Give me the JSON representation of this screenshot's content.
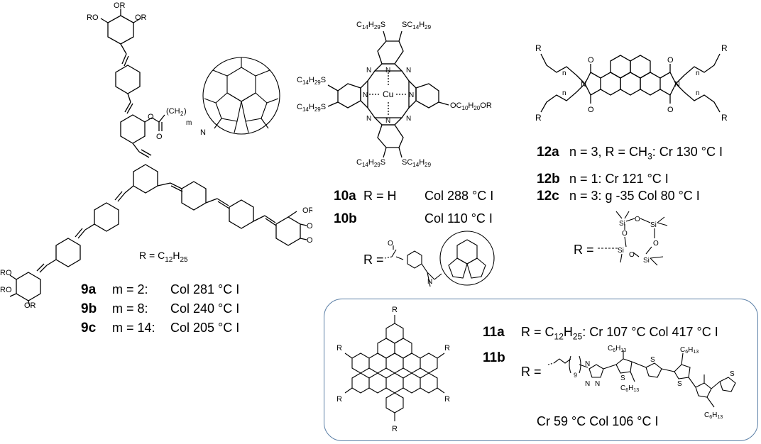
{
  "compound9": {
    "ro_top": "OR",
    "ro_top2": "RO",
    "ro_top3": "OR",
    "ester_chain": "(CH",
    "ester_sub": "2",
    "ester_close": ")",
    "m": "m",
    "n_atom": "N",
    "or_right1": "OR",
    "or_right2": "OR",
    "or_right3": "OR",
    "ro_left1": "RO",
    "ro_left2": "RO",
    "ro_left3": "OR",
    "r_def": "R = C",
    "r_sub1": "12",
    "r_mid": "H",
    "r_sub2": "25",
    "rows": [
      {
        "id": "9a",
        "m": "m = 2:",
        "prop": "Col 281 °C I"
      },
      {
        "id": "9b",
        "m": "m = 8:",
        "prop": "Col 240 °C I"
      },
      {
        "id": "9c",
        "m": "m = 14:",
        "prop": "Col 205 °C I"
      }
    ]
  },
  "compound10": {
    "sub_tl": "C",
    "sub_tl_a": "14",
    "sub_tl_b": "H",
    "sub_tl_c": "29",
    "sub_tl_d": "S",
    "metal": "Cu",
    "n_labels": [
      "N",
      "N",
      "N",
      "N",
      "N",
      "N",
      "N",
      "N"
    ],
    "ether": "OC",
    "ether_a": "10",
    "ether_b": "H",
    "ether_c": "20",
    "ether_d": "OR",
    "rows": [
      {
        "id": "10a",
        "r": "R = H",
        "prop": "Col  288 °C I"
      },
      {
        "id": "10b",
        "r": "",
        "prop": "Col  110 °C I"
      }
    ],
    "r_label": "R ="
  },
  "compound12": {
    "r": "R",
    "n": "n",
    "o": "O",
    "nitrogen": "N",
    "rows": [
      {
        "id": "12a",
        "text": "n = 3, R = CH",
        "sub": "3",
        "tail": ": Cr 130 °C I"
      },
      {
        "id": "12b",
        "text": "n = 1: Cr 121 °C I",
        "sub": "",
        "tail": ""
      },
      {
        "id": "12c",
        "text": "n = 3: g -35 Col  80 °C I",
        "sub": "",
        "tail": ""
      }
    ],
    "r_label": "R =",
    "si": "Si",
    "o_atom": "O"
  },
  "compound11": {
    "r": "R",
    "rows": [
      {
        "id": "11a",
        "pre": "R = C",
        "s1": "12",
        "mid": "H",
        "s2": "25",
        "post": ":  Cr 107 °C Col 417 °C I"
      },
      {
        "id": "11b",
        "pre": "R =",
        "s1": "",
        "mid": "",
        "s2": "",
        "post": ""
      }
    ],
    "hex": "C",
    "hex_a": "6",
    "hex_b": "H",
    "hex_c": "13",
    "s_atom": "S",
    "n_atom": "N",
    "nine": "9",
    "transition": "Cr 59 °C Col 106 °C I"
  }
}
